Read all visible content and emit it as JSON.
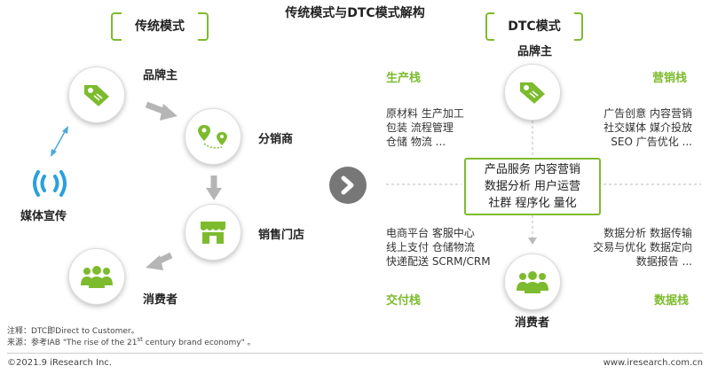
{
  "title": "传统模式与DTC模式解构",
  "traditional": {
    "header": "传统模式",
    "brand": "品牌主",
    "distributor": "分销商",
    "store": "销售门店",
    "consumer": "消费者",
    "media": "媒体宣传"
  },
  "dtc": {
    "header": "DTC模式",
    "brand": "品牌主",
    "consumer": "消费者",
    "center_lines": [
      "产品服务 内容营销",
      "数据分析 用户运营",
      "社群 程序化 量化"
    ],
    "production": {
      "title": "生产栈",
      "lines": [
        "原材料  生产加工",
        "包装  流程管理",
        "仓储 物流 ..."
      ]
    },
    "marketing": {
      "title": "营销栈",
      "lines": [
        "广告创意  内容营销",
        "社交媒体  媒介投放",
        "SEO 广告优化 ..."
      ]
    },
    "delivery": {
      "title": "交付栈",
      "lines": [
        "电商平台  客服中心",
        "线上支付  仓储物流",
        "快递配送  SCRM/CRM"
      ]
    },
    "data": {
      "title": "数据栈",
      "lines": [
        "数据分析  数据传输",
        "交易与优化  数据定向",
        "数据报告 ..."
      ]
    }
  },
  "notes": {
    "note1": "注释：DTC即Direct to Customer。",
    "note2_pre": "来源：参考IAB \"The rise of the 21",
    "note2_sup": "st",
    "note2_post": " century brand economy\"  。"
  },
  "footer": {
    "left": "©2021.9 iResearch Inc.",
    "right": "www.iresearch.com.cn"
  },
  "colors": {
    "accent": "#7dbb2e",
    "arrow_gray": "#b5b5b5"
  }
}
